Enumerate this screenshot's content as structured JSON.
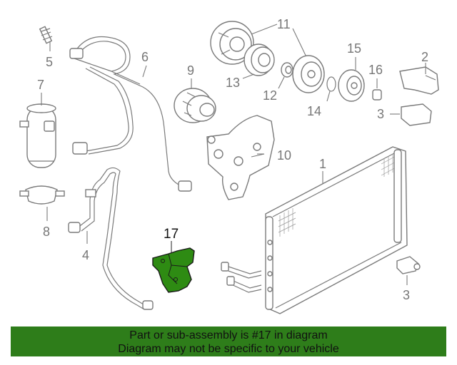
{
  "highlight_color": "#2e8b13",
  "banner_color": "#2e7d1a",
  "callouts": {
    "c1": "1",
    "c2": "2",
    "c3a": "3",
    "c3b": "3",
    "c4": "4",
    "c5": "5",
    "c6": "6",
    "c7": "7",
    "c8": "8",
    "c9": "9",
    "c10": "10",
    "c11": "11",
    "c12": "12",
    "c13": "13",
    "c14": "14",
    "c15": "15",
    "c16": "16",
    "c17": "17"
  },
  "banner": {
    "line1": "Part or sub-assembly is #17 in diagram",
    "line2": "Diagram may not be specific to your vehicle"
  }
}
